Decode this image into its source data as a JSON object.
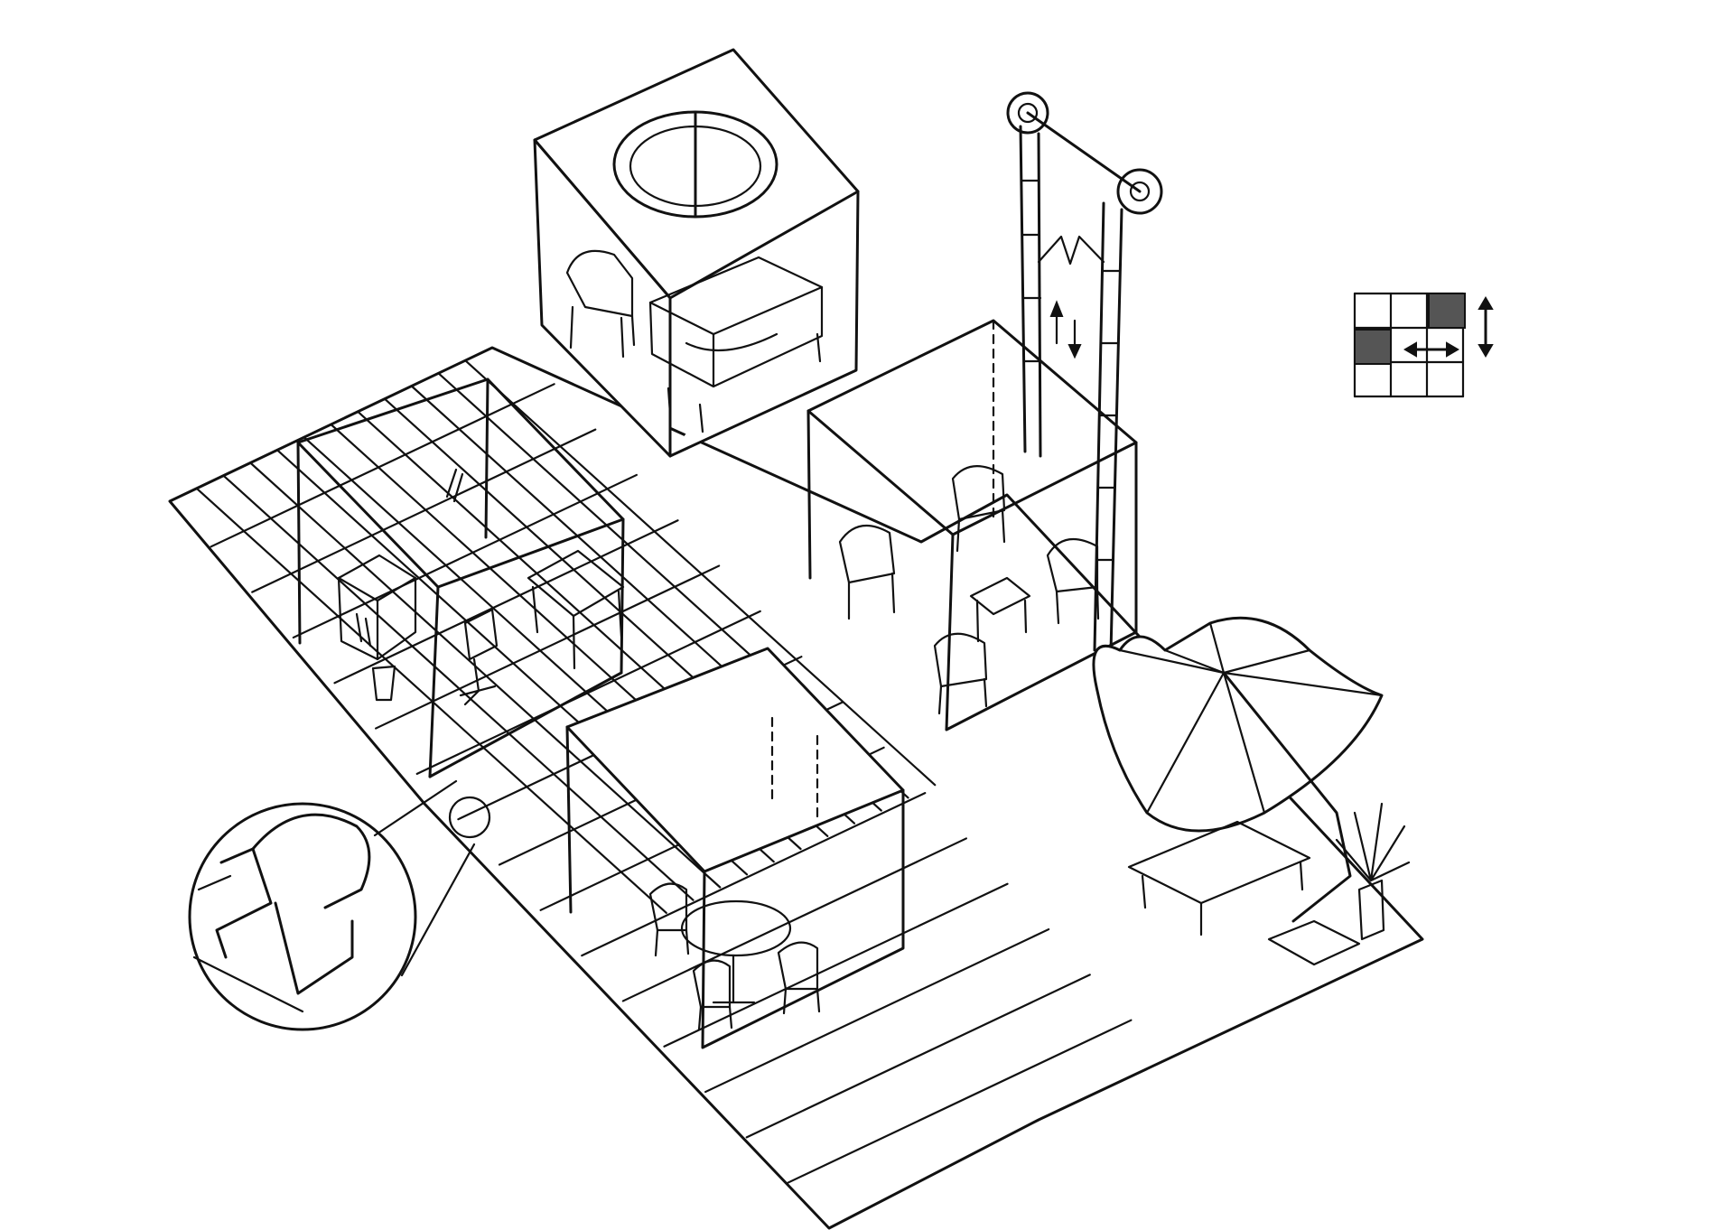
{
  "colors": {
    "ink": "#111111",
    "paper": "#ffffff",
    "hatch": "#555555"
  },
  "drawing": {
    "style": "hand-drawn pen sketch, isometric",
    "pieces": [
      {
        "id": "tiled-floor-platform",
        "icon": "floor-grid"
      },
      {
        "id": "office-module",
        "icon": "desk-and-chairs"
      },
      {
        "id": "lounge-cube-with-skylight",
        "icon": "sofa-and-armchair"
      },
      {
        "id": "lift-mechanism",
        "icon": "pulleys-and-rails"
      },
      {
        "id": "cafe-module",
        "icon": "armchairs-and-table"
      },
      {
        "id": "dining-pavilion",
        "icon": "round-table-and-chairs"
      },
      {
        "id": "umbrella-terrace",
        "icon": "umbrella-bench-plant"
      },
      {
        "id": "joint-detail-callout",
        "icon": "magnified-connector"
      },
      {
        "id": "movement-key-grid",
        "icon": "3x3-grid-with-arrows"
      }
    ]
  }
}
